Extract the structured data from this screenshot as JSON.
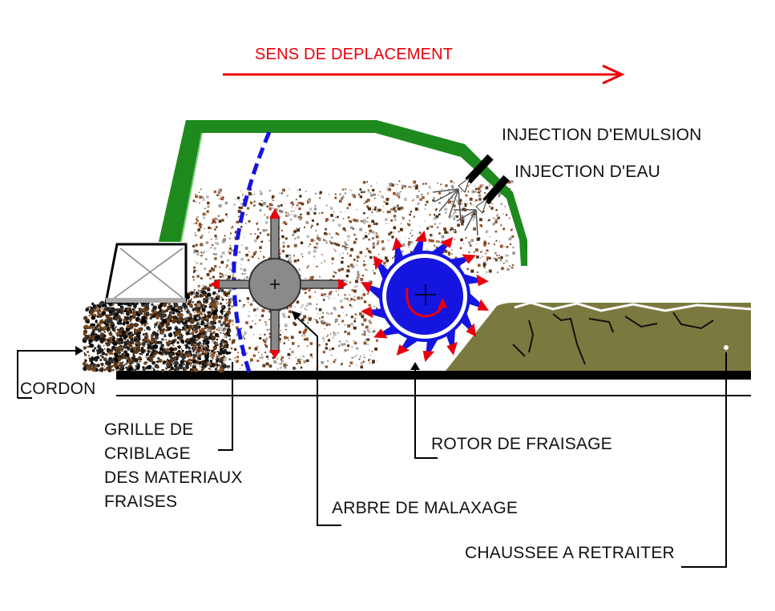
{
  "title": "SENS DE DEPLACEMENT",
  "labels": {
    "injection_emulsion": "INJECTION D'EMULSION",
    "injection_eau": "INJECTION D'EAU",
    "cordon": "CORDON",
    "grille": [
      "GRILLE DE",
      "CRIBLAGE",
      "DES MATERIAUX",
      "FRAISES"
    ],
    "rotor": "ROTOR DE FRAISAGE",
    "arbre": "ARBRE DE MALAXAGE",
    "chaussee": "CHAUSSEE A RETRAITER"
  },
  "colors": {
    "hood": "#1e8a1e",
    "arrow": "#e8000b",
    "rotor": "#1515e0",
    "teeth_tip": "#e8000b",
    "shaft": "#8a8a8a",
    "road": "#7a7a40",
    "line": "#000000"
  }
}
